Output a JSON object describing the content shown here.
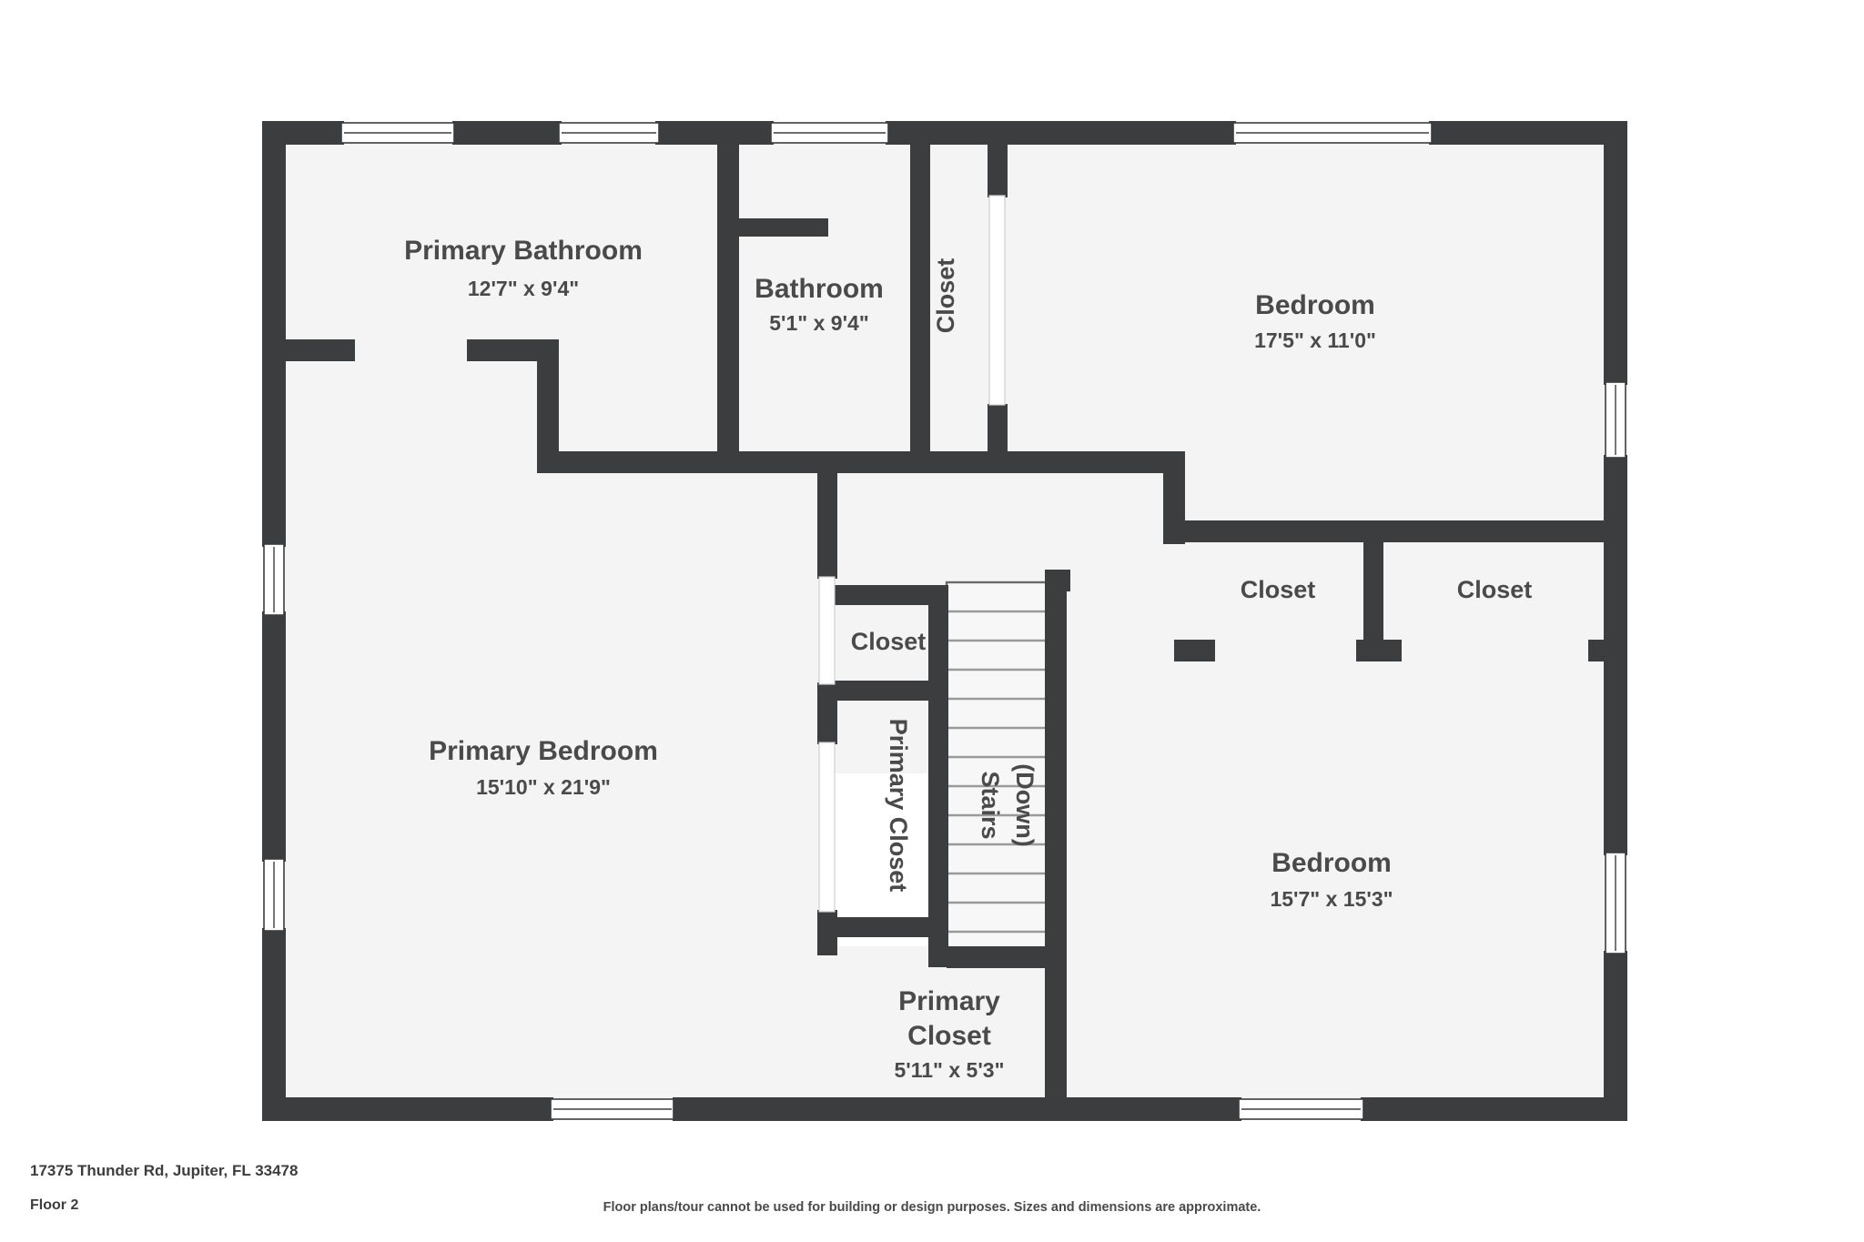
{
  "document": {
    "type": "floor-plan",
    "address": "17375 Thunder Rd, Jupiter, FL 33478",
    "floor_label": "Floor 2",
    "disclaimer": "Floor plans/tour cannot be used for building or design purposes. Sizes and dimensions are approximate."
  },
  "colors": {
    "wall": "#3b3d3e",
    "room_fill": "#f4f4f4",
    "page_background": "#ffffff",
    "text": "#4a4a4a",
    "window_fill": "#ffffff",
    "stair_line": "#9a9a9a"
  },
  "rooms": [
    {
      "id": "primary-bathroom",
      "name": "Primary Bathroom",
      "dimensions": "12'7\" x 9'4\"",
      "orientation": "horizontal"
    },
    {
      "id": "bathroom",
      "name": "Bathroom",
      "dimensions": "5'1\" x 9'4\"",
      "orientation": "horizontal"
    },
    {
      "id": "closet-top",
      "name": "Closet",
      "dimensions": "",
      "orientation": "vertical-up"
    },
    {
      "id": "bedroom-top-right",
      "name": "Bedroom",
      "dimensions": "17'5\" x 11'0\"",
      "orientation": "horizontal"
    },
    {
      "id": "closet-right-1",
      "name": "Closet",
      "dimensions": "",
      "orientation": "horizontal"
    },
    {
      "id": "closet-right-2",
      "name": "Closet",
      "dimensions": "",
      "orientation": "horizontal"
    },
    {
      "id": "primary-bedroom",
      "name": "Primary Bedroom",
      "dimensions": "15'10\" x 21'9\"",
      "orientation": "horizontal"
    },
    {
      "id": "closet-center",
      "name": "Closet",
      "dimensions": "",
      "orientation": "horizontal"
    },
    {
      "id": "primary-closet-vertical",
      "name": "Primary Closet",
      "dimensions": "",
      "orientation": "vertical-down"
    },
    {
      "id": "stairs",
      "name": "Stairs",
      "name_line2": "(Down)",
      "dimensions": "",
      "orientation": "vertical-down"
    },
    {
      "id": "bedroom-bottom-right",
      "name": "Bedroom",
      "dimensions": "15'7\" x 15'3\"",
      "orientation": "horizontal"
    },
    {
      "id": "primary-closet-bottom",
      "name": "Primary",
      "name_line2": "Closet",
      "dimensions": "5'11\" x 5'3\"",
      "orientation": "horizontal"
    }
  ]
}
